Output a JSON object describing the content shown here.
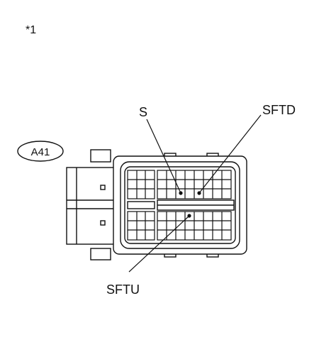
{
  "diagram": {
    "reference_mark": "*1",
    "connector_id": "A41",
    "terminals": [
      {
        "name": "terminal-s",
        "label": "S"
      },
      {
        "name": "terminal-sftd",
        "label": "SFTD"
      },
      {
        "name": "terminal-sftu",
        "label": "SFTU"
      }
    ],
    "colors": {
      "line": "#111111",
      "background": "#ffffff"
    }
  }
}
